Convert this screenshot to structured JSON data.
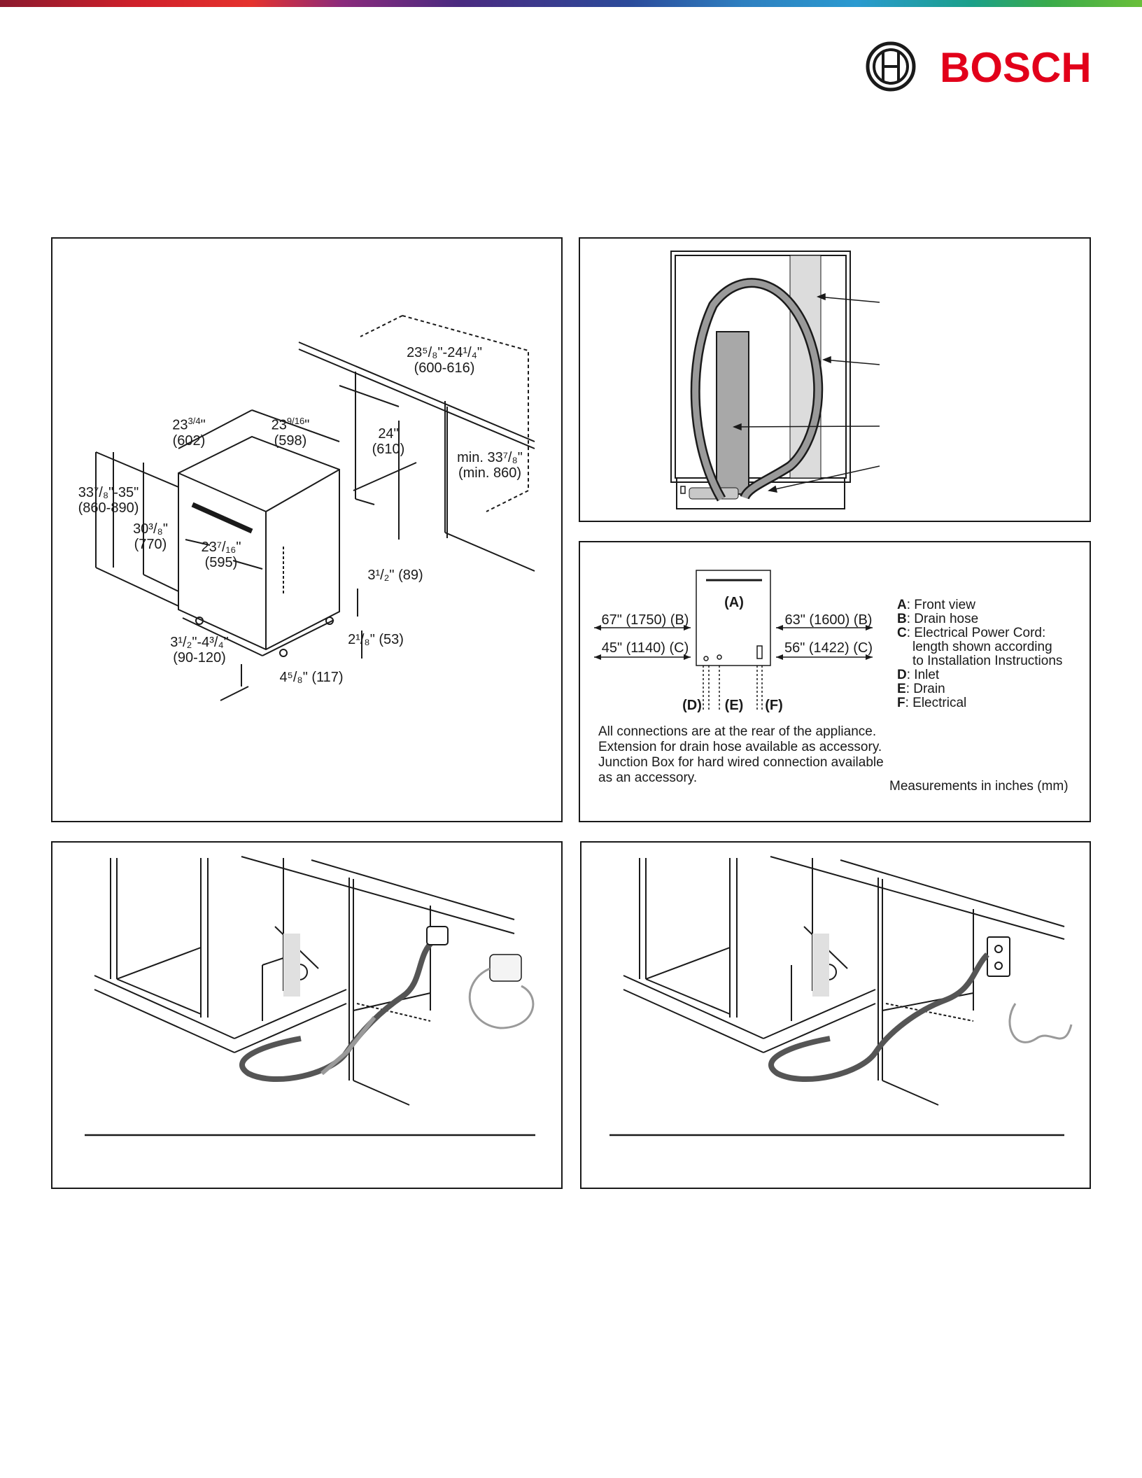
{
  "brand": {
    "name": "BOSCH"
  },
  "colors": {
    "brand_red": "#e2001a",
    "line": "#1a1a1a",
    "gray_fill": "#c8c8c8"
  },
  "dimensions_panel": {
    "depth_outer": {
      "whole": "23",
      "frac": "3/4",
      "mm": "(602)"
    },
    "depth_inner": {
      "whole": "23",
      "frac": "9/16",
      "mm": "(598)"
    },
    "niche_depth": {
      "text": "23⁵/₈\"-24¹/₄\"",
      "mm": "(600-616)"
    },
    "niche_width": {
      "text": "24\"",
      "mm": "(610)"
    },
    "niche_height": {
      "text": "min. 33⁷/₈\"",
      "mm": "(min. 860)"
    },
    "total_height": {
      "text": "33⁷/₈\"-35\"",
      "mm": "(860-890)"
    },
    "body_height": {
      "text": "30³/₈\"",
      "mm": "(770)"
    },
    "width": {
      "text": "23⁷/₁₆\"",
      "mm": "(595)"
    },
    "toe_height": {
      "text": "3¹/₂\" (89)"
    },
    "toe_depth": {
      "text": "2¹/₈\" (53)"
    },
    "leg_range": {
      "text": "3¹/₂\"-4³/₄\"",
      "mm": "(90-120)"
    },
    "leg_setback": {
      "text": "4⁵/₈\" (117)"
    }
  },
  "connections_panel": {
    "front_label": "(A)",
    "left_b": "67\" (1750) (B)",
    "left_c": "45\" (1140) (C)",
    "right_b": "63\" (1600) (B)",
    "right_c": "56\" (1422) (C)",
    "d": "(D)",
    "e": "(E)",
    "f": "(F)",
    "legend": [
      {
        "key": "A",
        "text": ": Front view"
      },
      {
        "key": "B",
        "text": ": Drain hose"
      },
      {
        "key": "C",
        "text": ": Electrical Power Cord:"
      },
      {
        "key": "",
        "text": "length shown according"
      },
      {
        "key": "",
        "text": "to Installation Instructions"
      },
      {
        "key": "D",
        "text": ": Inlet"
      },
      {
        "key": "E",
        "text": ": Drain"
      },
      {
        "key": "F",
        "text": ": Electrical"
      }
    ],
    "notes": [
      "All connections are at the rear of the appliance.",
      "Extension for drain hose available as accessory.",
      "Junction Box for hard wired connection available",
      "as an accessory."
    ],
    "units_note": "Measurements in inches (mm)"
  }
}
